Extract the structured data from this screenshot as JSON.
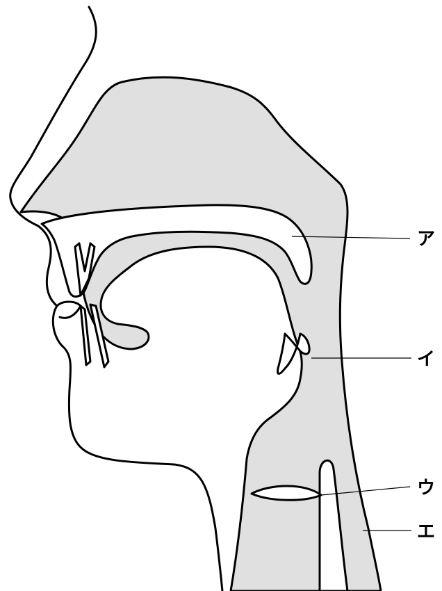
{
  "labels": {
    "a": "ア",
    "i": "イ",
    "u": "ウ",
    "e": "エ"
  },
  "colors": {
    "outline": "#000000",
    "cavity_fill": "#e0e0e0",
    "background": "#ffffff"
  }
}
